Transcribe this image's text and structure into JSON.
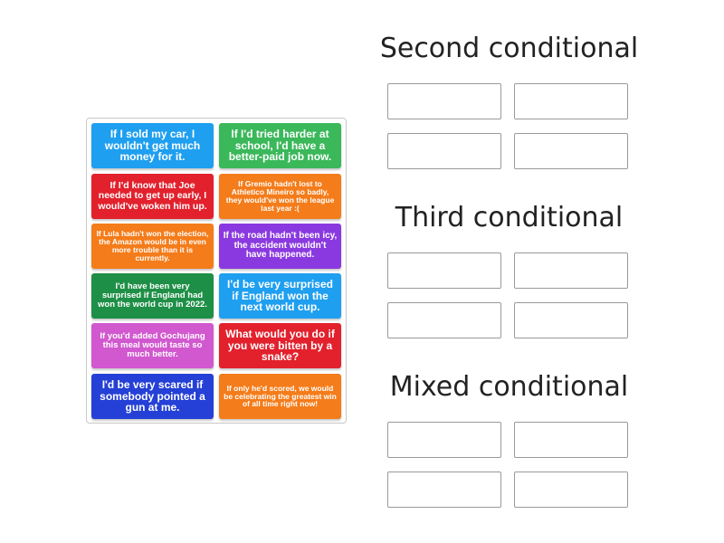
{
  "pool": {
    "cards": [
      {
        "text": "If I sold my car, I wouldn't get much money for it.",
        "color": "#1f9ff0",
        "size": 12
      },
      {
        "text": "If I'd tried harder at school, I'd have a better-paid job now.",
        "color": "#3ab85a",
        "size": 12
      },
      {
        "text": "If I'd know that Joe needed to get up early, I would've woken him up.",
        "color": "#e2212d",
        "size": 10.5
      },
      {
        "text": "If Gremio hadn't lost to Athletico Mineiro so badly, they would've won the league last year :(",
        "color": "#f47c1a",
        "size": 8.5
      },
      {
        "text": "If Lula hadn't won the election, the Amazon would be in even more trouble than it is currently.",
        "color": "#f47c1a",
        "size": 8.5
      },
      {
        "text": "If the road hadn't been icy, the accident wouldn't have happened.",
        "color": "#8a39e0",
        "size": 10
      },
      {
        "text": "I'd have been very surprised if England had won the world cup in 2022.",
        "color": "#1e8f46",
        "size": 9.5
      },
      {
        "text": "I'd be very surprised if England won the next world cup.",
        "color": "#1f9ff0",
        "size": 12
      },
      {
        "text": "If you'd added Gochujang this meal would taste so much better.",
        "color": "#d158cf",
        "size": 9.5
      },
      {
        "text": "What would you do if you were bitten by a snake?",
        "color": "#e2212d",
        "size": 12
      },
      {
        "text": "I'd be very scared if somebody pointed a gun at me.",
        "color": "#2540d6",
        "size": 12
      },
      {
        "text": "If only he'd scored, we would be celebrating the greatest win of all time right now!",
        "color": "#f47c1a",
        "size": 8.5
      }
    ]
  },
  "groups": [
    {
      "title": "Second conditional"
    },
    {
      "title": "Third conditional"
    },
    {
      "title": "Mixed conditional"
    }
  ]
}
